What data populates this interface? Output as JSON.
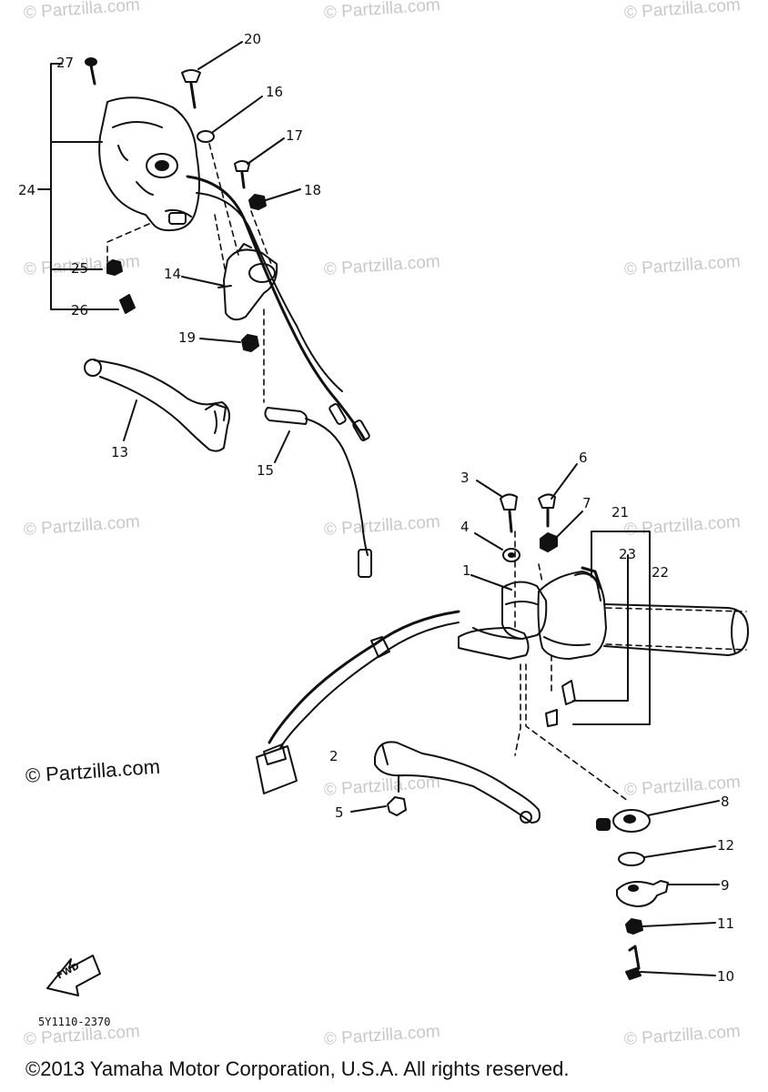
{
  "watermark": "© Partzilla.com",
  "watermark_positions_count": 15,
  "part_labels": [
    "1",
    "2",
    "3",
    "4",
    "5",
    "6",
    "7",
    "8",
    "9",
    "10",
    "11",
    "12",
    "13",
    "14",
    "15",
    "16",
    "17",
    "18",
    "19",
    "20",
    "21",
    "22",
    "23",
    "24",
    "25",
    "26",
    "27"
  ],
  "fwd_label": "FWD",
  "drawing_code": "5Y1110-2370",
  "partzilla_mark": "© Partzilla.com",
  "copyright": "©2013 Yamaha Motor Corporation, U.S.A. All rights reserved."
}
